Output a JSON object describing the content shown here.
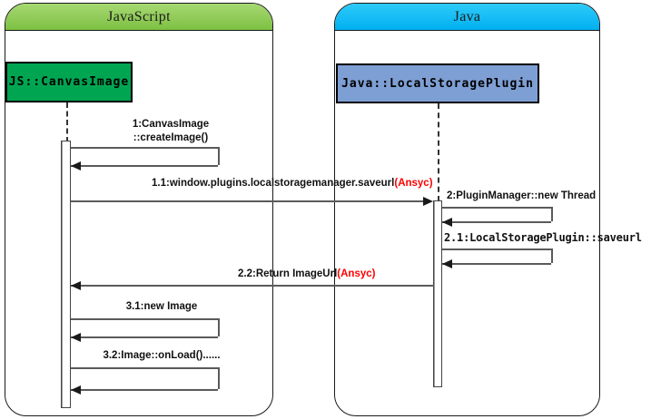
{
  "diagram": {
    "type": "uml-sequence-diagram",
    "colors": {
      "js_header_top": "#a6d972",
      "js_header_bottom": "#7cc142",
      "java_header_top": "#2ecbf8",
      "java_header_bottom": "#00b0f0",
      "js_object_fill": "#00a551",
      "java_object_fill": "#7e9fd4",
      "async_marker": "#ff0000",
      "message_line": "#5a5a5a"
    }
  },
  "panels": [
    {
      "id": "js",
      "title": "JavaScript",
      "object_label": "JS::CanvasImage"
    },
    {
      "id": "java",
      "title": "Java",
      "object_label": "Java::LocalStoragePlugin"
    }
  ],
  "messages": [
    {
      "id": "m1",
      "number": "1",
      "text_line1": "1:CanvasImage",
      "text_line2": "::createImage()",
      "kind": "self-call",
      "from": "js",
      "to": "js",
      "async": false
    },
    {
      "id": "m11",
      "number": "1.1",
      "text": "1.1:window.plugins.localstoragemanager.saveurl",
      "async_suffix": "(Ansyc)",
      "kind": "call",
      "from": "js",
      "to": "java",
      "async": true
    },
    {
      "id": "m2",
      "number": "2",
      "text": "2:PluginManager::new Thread",
      "kind": "self-call",
      "from": "java",
      "to": "java",
      "async": false
    },
    {
      "id": "m21",
      "number": "2.1",
      "text": "2.1:LocalStoragePlugin::saveurl",
      "kind": "self-call",
      "from": "java",
      "to": "java",
      "async": false
    },
    {
      "id": "m22",
      "number": "2.2",
      "text": "2.2:Return ImageUrl",
      "async_suffix": "(Ansyc)",
      "kind": "return",
      "from": "java",
      "to": "js",
      "async": true
    },
    {
      "id": "m31",
      "number": "3.1",
      "text": "3.1:new Image",
      "kind": "self-call",
      "from": "js",
      "to": "js",
      "async": false
    },
    {
      "id": "m32",
      "number": "3.2",
      "text": "3.2:Image::onLoad()......",
      "kind": "self-call",
      "from": "js",
      "to": "js",
      "async": false
    }
  ]
}
